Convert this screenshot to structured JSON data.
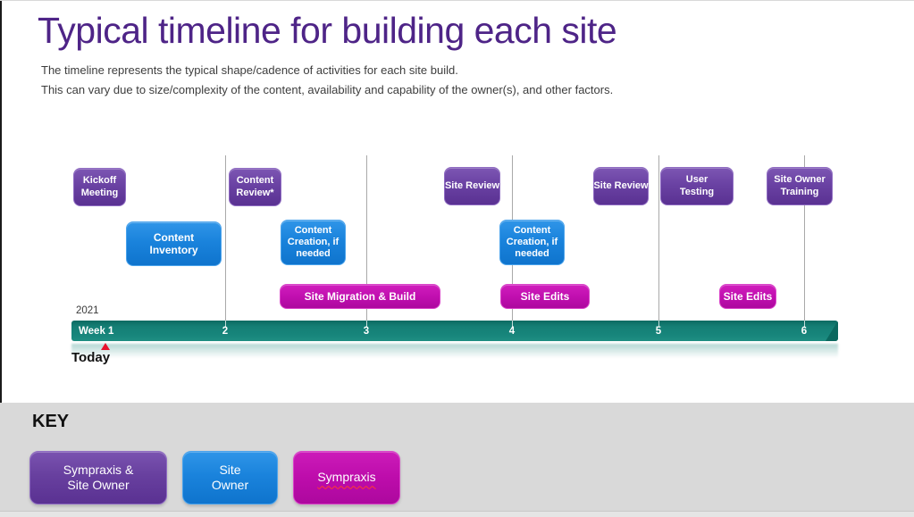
{
  "slide": {
    "title": "Typical timeline for building each site",
    "subtitle_line1": "The timeline represents the typical shape/cadence of activities for each site build.",
    "subtitle_line2": "This can vary due to size/complexity of the content, availability and capability of the owner(s), and other factors."
  },
  "timeline": {
    "year_label": "2021",
    "start_label": "Week 1",
    "ticks": [
      "2",
      "3",
      "4",
      "5",
      "6"
    ],
    "today_label": "Today",
    "axis_unit": "weeks",
    "axis_range": [
      1,
      6
    ]
  },
  "activities": [
    {
      "label": "Kickoff Meeting",
      "color_key": "purple",
      "week_start": 1.0,
      "week_end": 1.4
    },
    {
      "label": "Content Inventory",
      "color_key": "blue",
      "week_start": 1.4,
      "week_end": 2.0
    },
    {
      "label": "Content Review*",
      "color_key": "purple",
      "week_start": 2.0,
      "week_end": 2.4
    },
    {
      "label": "Content Creation, if needed",
      "color_key": "blue",
      "week_start": 2.4,
      "week_end": 2.9
    },
    {
      "label": "Site Migration & Build",
      "color_key": "magenta",
      "week_start": 2.4,
      "week_end": 3.5
    },
    {
      "label": "Site Review",
      "color_key": "purple",
      "week_start": 3.5,
      "week_end": 3.9
    },
    {
      "label": "Content Creation, if needed",
      "color_key": "blue",
      "week_start": 3.9,
      "week_end": 4.4
    },
    {
      "label": "Site Edits",
      "color_key": "magenta",
      "week_start": 3.9,
      "week_end": 4.5
    },
    {
      "label": "Site Review",
      "color_key": "purple",
      "week_start": 4.6,
      "week_end": 5.0
    },
    {
      "label": "User Testing",
      "color_key": "purple",
      "week_start": 5.0,
      "week_end": 5.5
    },
    {
      "label": "Site Edits",
      "color_key": "magenta",
      "week_start": 5.4,
      "week_end": 5.8
    },
    {
      "label": "Site Owner Training",
      "color_key": "purple",
      "week_start": 5.8,
      "week_end": 6.2
    }
  ],
  "key": {
    "heading": "KEY",
    "items": [
      {
        "label": "Sympraxis & Site Owner",
        "color": "#5f3795"
      },
      {
        "label": "Site Owner",
        "color": "#1584dc"
      },
      {
        "label": "Sympraxis",
        "color": "#c10fb0",
        "has_spellcheck_underline": true
      }
    ]
  },
  "colors": {
    "title_text": "#4e2487",
    "purple_box": "#6a42a3",
    "blue_box": "#1a83dc",
    "magenta_box": "#c10fb0",
    "timeline_bar": "#17857b",
    "today_marker": "#e8112d",
    "key_panel_bg": "#d9d9d9",
    "gridline": "#a9a9a9"
  }
}
